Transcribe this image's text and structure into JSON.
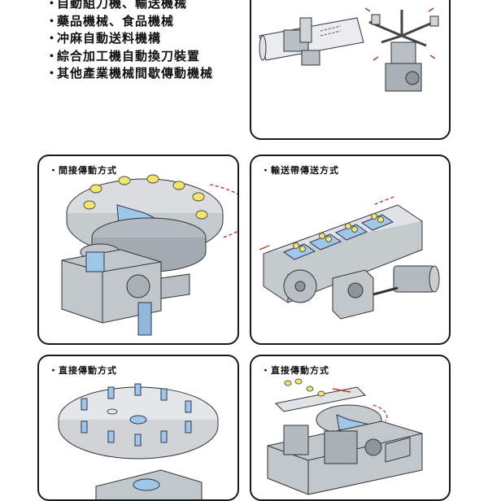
{
  "applications": {
    "bullet": "・",
    "items": [
      "自動組刀機、輸送機械",
      "藥品機械、食品機械",
      "冲麻自動送料機構",
      "綜合加工機自動換刀裝置",
      "其他產業機械間歇傳動機械"
    ]
  },
  "panels": [
    {
      "id": "top-right",
      "title": ""
    },
    {
      "id": "indirect",
      "title": "・間接傳動方式"
    },
    {
      "id": "conveyor",
      "title": "・輸送帶傳送方式"
    },
    {
      "id": "direct",
      "title": "・直接傳動方式"
    },
    {
      "id": "direct-2",
      "title": "・直接傳動方式"
    }
  ],
  "colors": {
    "outline": "#1a1a1a",
    "machine_gray": "#b9bfc4",
    "machine_light": "#dfe3e6",
    "table_blue": "#9fc8e8",
    "work_yellow": "#f3e66a",
    "arrow_red": "#c0392b"
  }
}
